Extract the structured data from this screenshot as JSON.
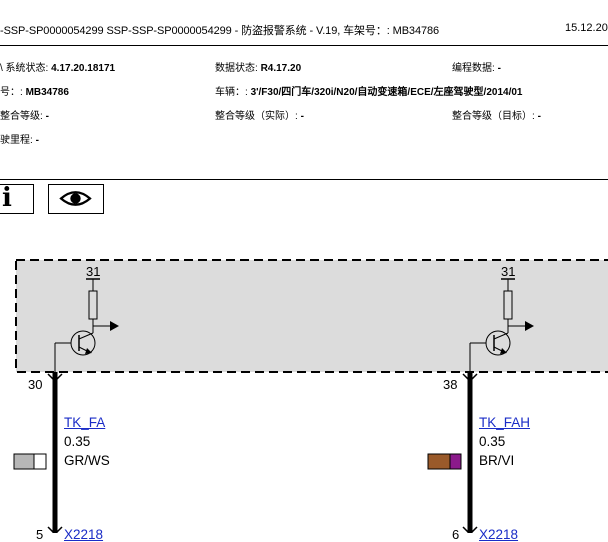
{
  "header": {
    "title": "-SSP-SP0000054299 SSP-SSP-SP0000054299 - 防盗报警系统 - V.19, 车架号：: MB34786",
    "date": "15.12.20"
  },
  "info": {
    "sys_status_label": "\\ 系统状态: ",
    "sys_status_value": "4.17.20.18171",
    "data_status_label": "数据状态: ",
    "data_status_value": "R4.17.20",
    "prog_data_label": "编程数据: ",
    "prog_data_value": "-",
    "vin_label": "号：: ",
    "vin_value": "MB34786",
    "vehicle_label": "车辆：: ",
    "vehicle_value": "3'/F30/四门车/320i/N20/自动变速箱/ECE/左座驾驶型/2014/01",
    "integ_label": "整合等级: ",
    "integ_value": "-",
    "integ_actual_label": "整合等级（实际）: ",
    "integ_actual_value": "-",
    "integ_target_label": "整合等级（目标）: ",
    "integ_target_value": "-",
    "mileage_label": "驶里程: ",
    "mileage_value": "-"
  },
  "toolbar": {
    "info_button_glyph": "i",
    "info_icon": "info-icon",
    "view_icon": "eye-icon"
  },
  "diagram": {
    "ground_left": "31",
    "ground_right": "31",
    "pin_left": "30",
    "pin_right": "38",
    "pin_bottom_left": "5",
    "pin_bottom_right": "6",
    "wire_left": {
      "signal": "TK_FA",
      "gauge": "0.35",
      "color_code": "GR/WS",
      "color1": "#b7b7b7",
      "color2": "#ffffff"
    },
    "wire_right": {
      "signal": "TK_FAH",
      "gauge": "0.35",
      "color_code": "BR/VI",
      "color1": "#9a5a2a",
      "color2": "#8b1a8b"
    },
    "connector_bottom_left": "X2218",
    "connector_bottom_right": "X2218"
  }
}
